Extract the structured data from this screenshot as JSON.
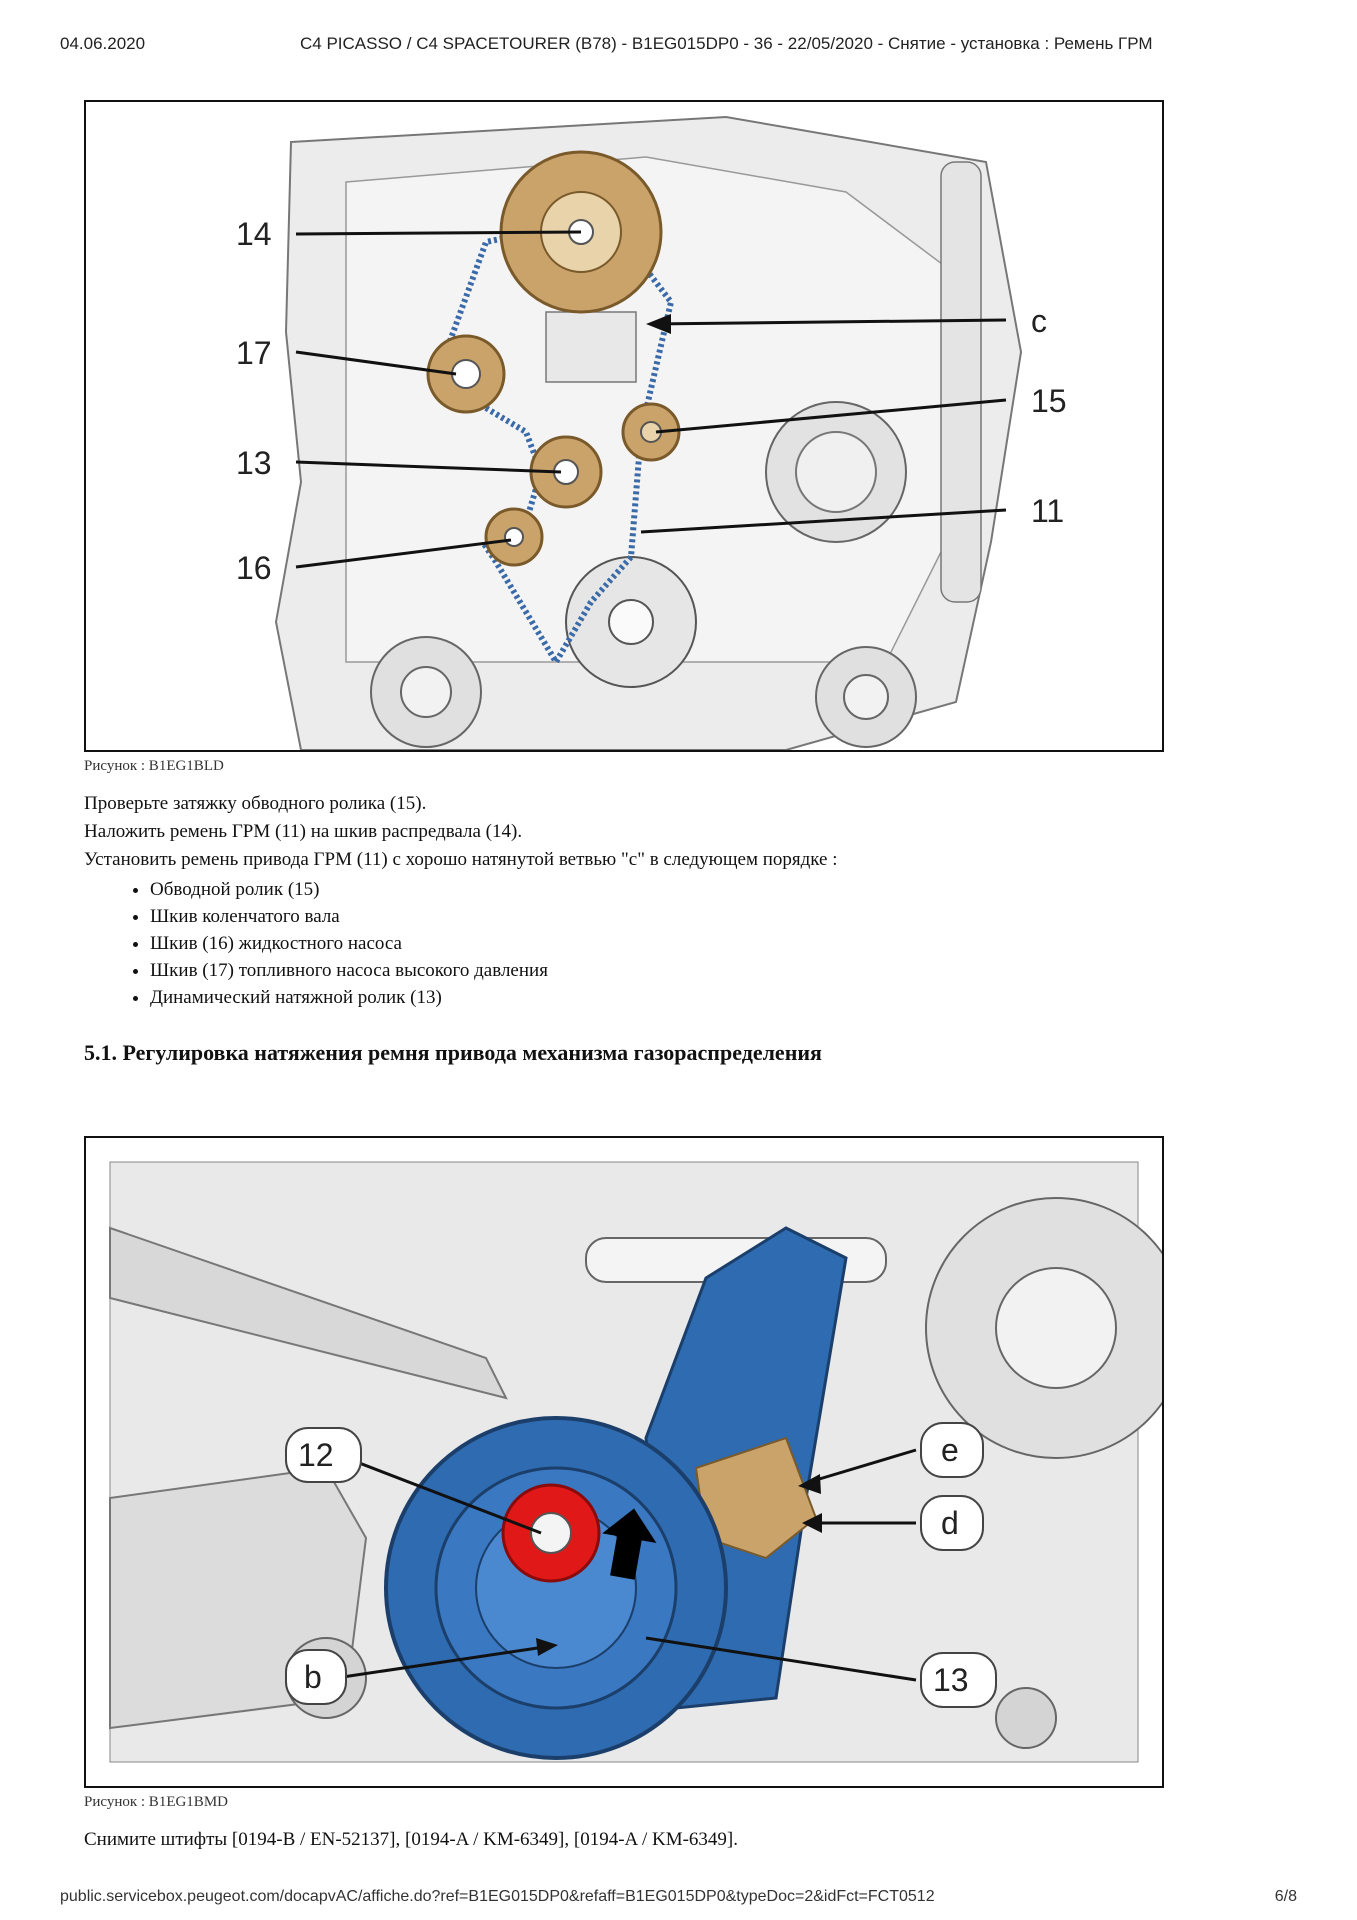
{
  "header": {
    "date": "04.06.2020",
    "title": "C4 PICASSO / C4 SPACETOURER (B78) - B1EG015DP0 - 36 - 22/05/2020 - Снятие - установка : Ремень ГРМ"
  },
  "figure1": {
    "caption": "Рисунок : B1EG1BLD",
    "labels": [
      "14",
      "17",
      "13",
      "16",
      "c",
      "15",
      "11"
    ]
  },
  "paragraph1": [
    "Проверьте затяжку обводного ролика (15).",
    "Наложить ремень ГРМ (11) на шкив распредвала (14).",
    "Установить ремень привода ГРМ (11) с хорошо натянутой ветвью \"с\" в следующем порядке :"
  ],
  "bullets": [
    "Обводной ролик (15)",
    "Шкив коленчатого вала",
    "Шкив (16) жидкостного насоса",
    "Шкив (17) топливного насоса высокого давления",
    "Динамический натяжной ролик (13)"
  ],
  "section_title": "5.1. Регулировка натяжения ремня привода механизма газораспределения",
  "figure2": {
    "caption": "Рисунок : B1EG1BMD",
    "labels": [
      "12",
      "b",
      "e",
      "d",
      "13"
    ]
  },
  "paragraph2": "Снимите штифты [0194-B / EN-52137], [0194-A / KM-6349], [0194-A / KM-6349].",
  "footer": {
    "url": "public.servicebox.peugeot.com/docapvAC/affiche.do?ref=B1EG015DP0&refaff=B1EG015DP0&typeDoc=2&idFct=FCT0512",
    "page": "6/8"
  },
  "colors": {
    "pulley_gold": "#c9a36a",
    "belt_blue": "#3a6aa8",
    "tensioner_blue": "#2f6bb0",
    "bolt_red": "#e01818"
  }
}
